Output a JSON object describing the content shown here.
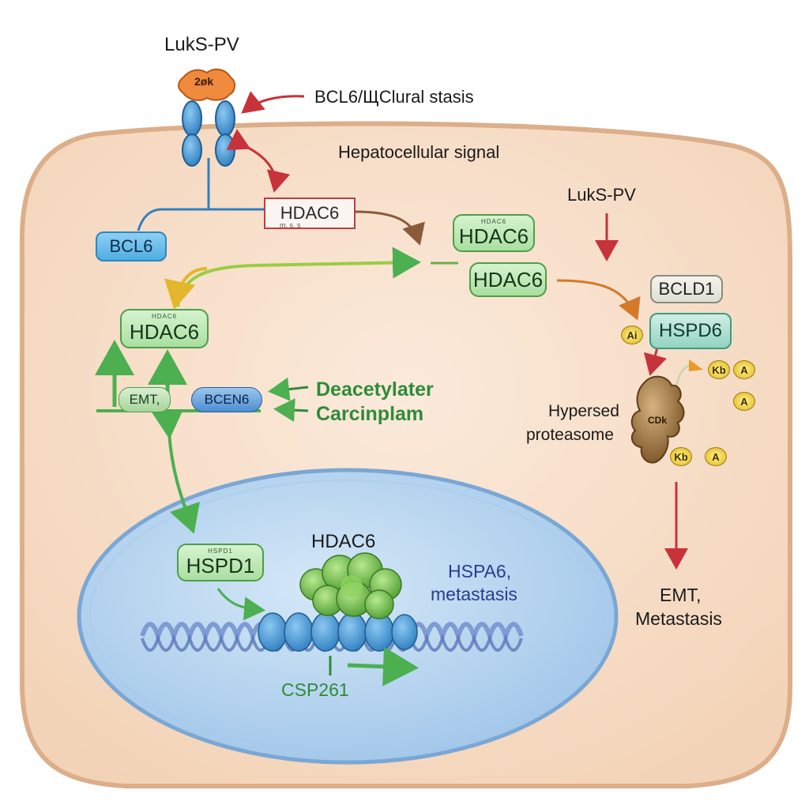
{
  "title": "LukS-PV",
  "top_receptor_label": "2øk",
  "top_annotation": "BCL6/ЩClural stasis",
  "cell_region_label": "Hepatocellular signal",
  "hdac6_top": {
    "label": "HDAC6",
    "sublabel": "m. s. s"
  },
  "bcl6_box": "BCL6",
  "center_hdac6_upper": {
    "label": "HDAC6",
    "small": "HDAC6"
  },
  "center_hdac6_lower": "HDAC6",
  "left_hdac6": {
    "label": "HDAC6",
    "small": "HDAC6"
  },
  "emt_small": "EMT,",
  "bcen6_small": "BCEN6",
  "green_labels": [
    "Deacetylater",
    "Carcinplam"
  ],
  "right_lukspv": "LukS-PV",
  "bcld1_box": "BCLD1",
  "hspd6_box": "HSPD6",
  "yellow_tokens": [
    "Ai",
    "Kb",
    "A",
    "A",
    "Kb",
    "A"
  ],
  "proteasome_label": [
    "Hypersed",
    "proteasome"
  ],
  "proteasome_inner": "CDk",
  "outcome_label": [
    "EMT,",
    "Metastasis"
  ],
  "nucleus": {
    "hdac6_label": "HDAC6",
    "hspd1_box": {
      "label": "HSPD1",
      "small": "HSPD1"
    },
    "right_label": [
      "HSPA6,",
      "metastasis"
    ],
    "gene_label": "CSP261"
  },
  "colors": {
    "cell_fill": "#f7e1cc",
    "cell_border": "#dcae8a",
    "nucleus_fill": "#bcd9f1",
    "nucleus_border": "#6f9fd0",
    "arrow_red": "#c8323a",
    "arrow_green": "#4caf50",
    "arrow_brown": "#8b5a3a",
    "arrow_yellow": "#e3b62b",
    "text_green": "#2e8b3a",
    "text_navy": "#2a3b8f"
  }
}
